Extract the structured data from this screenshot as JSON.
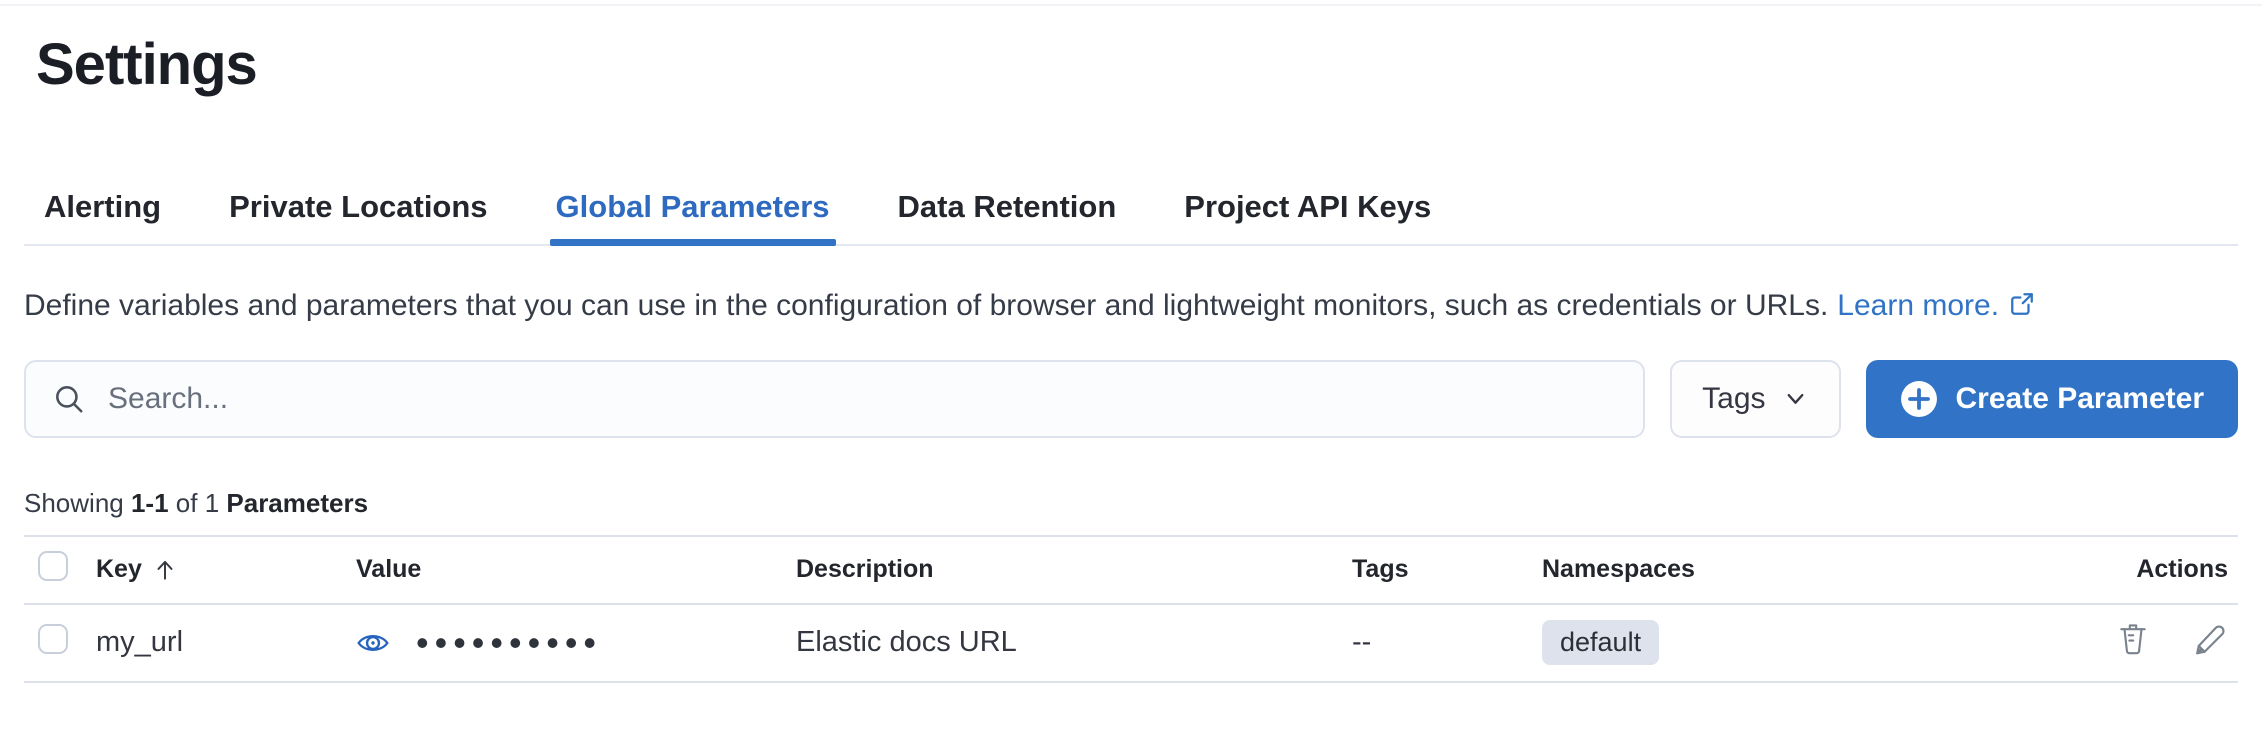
{
  "page": {
    "title": "Settings"
  },
  "tabs": [
    {
      "label": "Alerting"
    },
    {
      "label": "Private Locations"
    },
    {
      "label": "Global Parameters"
    },
    {
      "label": "Data Retention"
    },
    {
      "label": "Project API Keys"
    }
  ],
  "description": {
    "text": "Define variables and parameters that you can use in the configuration of browser and lightweight monitors, such as credentials or URLs.",
    "link_label": "Learn more."
  },
  "toolbar": {
    "search_placeholder": "Search...",
    "tags_filter_label": "Tags",
    "create_button_label": "Create Parameter"
  },
  "summary": {
    "prefix": "Showing",
    "range": "1-1",
    "middle": "of 1",
    "entity": "Parameters"
  },
  "table": {
    "headers": {
      "key": "Key",
      "value": "Value",
      "description": "Description",
      "tags": "Tags",
      "namespaces": "Namespaces",
      "actions": "Actions"
    },
    "rows": [
      {
        "key": "my_url",
        "value_masked": "••••••••••",
        "description": "Elastic docs URL",
        "tags": "--",
        "namespace": "default"
      }
    ]
  },
  "colors": {
    "primary_button": "#3173c7",
    "link_blue": "#2e6abf",
    "tab_underline": "#3173c4",
    "badge_bg": "#dde2ed",
    "border": "#dde2ea",
    "icon_gray": "#7a828e"
  }
}
